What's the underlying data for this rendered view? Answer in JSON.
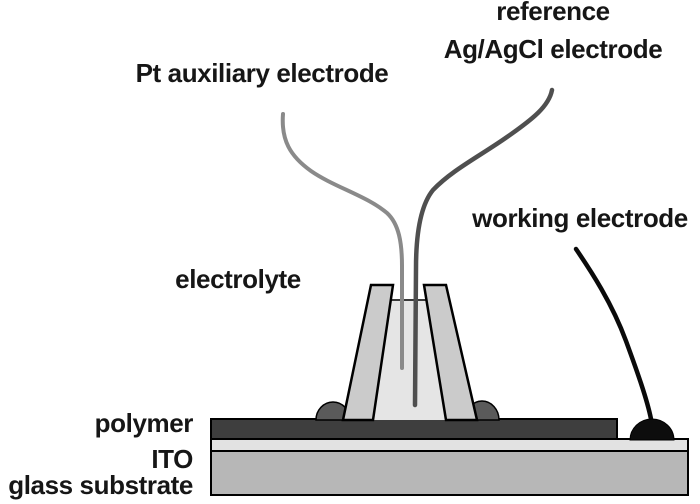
{
  "labels": {
    "reference": {
      "line1": "reference",
      "line2": "Ag/AgCl electrode"
    },
    "auxiliary": "Pt auxiliary electrode",
    "working": "working electrode",
    "electrolyte": "electrolyte",
    "layers": {
      "polymer": "polymer",
      "ito": "ITO",
      "glass": "glass substrate"
    }
  },
  "colors": {
    "wall": "#cbcbcb",
    "liquid": "#e5e5e5",
    "cavity_air": "#ffffff",
    "polymer": "#3e3e3e",
    "ito": "#e2e2e2",
    "glass": "#b7b7b7",
    "sealant": "#5a5a5a",
    "aux_wire": "#8a8a8a",
    "ref_wire": "#4f4f4f",
    "working_wire": "#0a0a0a",
    "contact": "#0d0d0d",
    "outline": "#000000",
    "text": "#161616"
  }
}
